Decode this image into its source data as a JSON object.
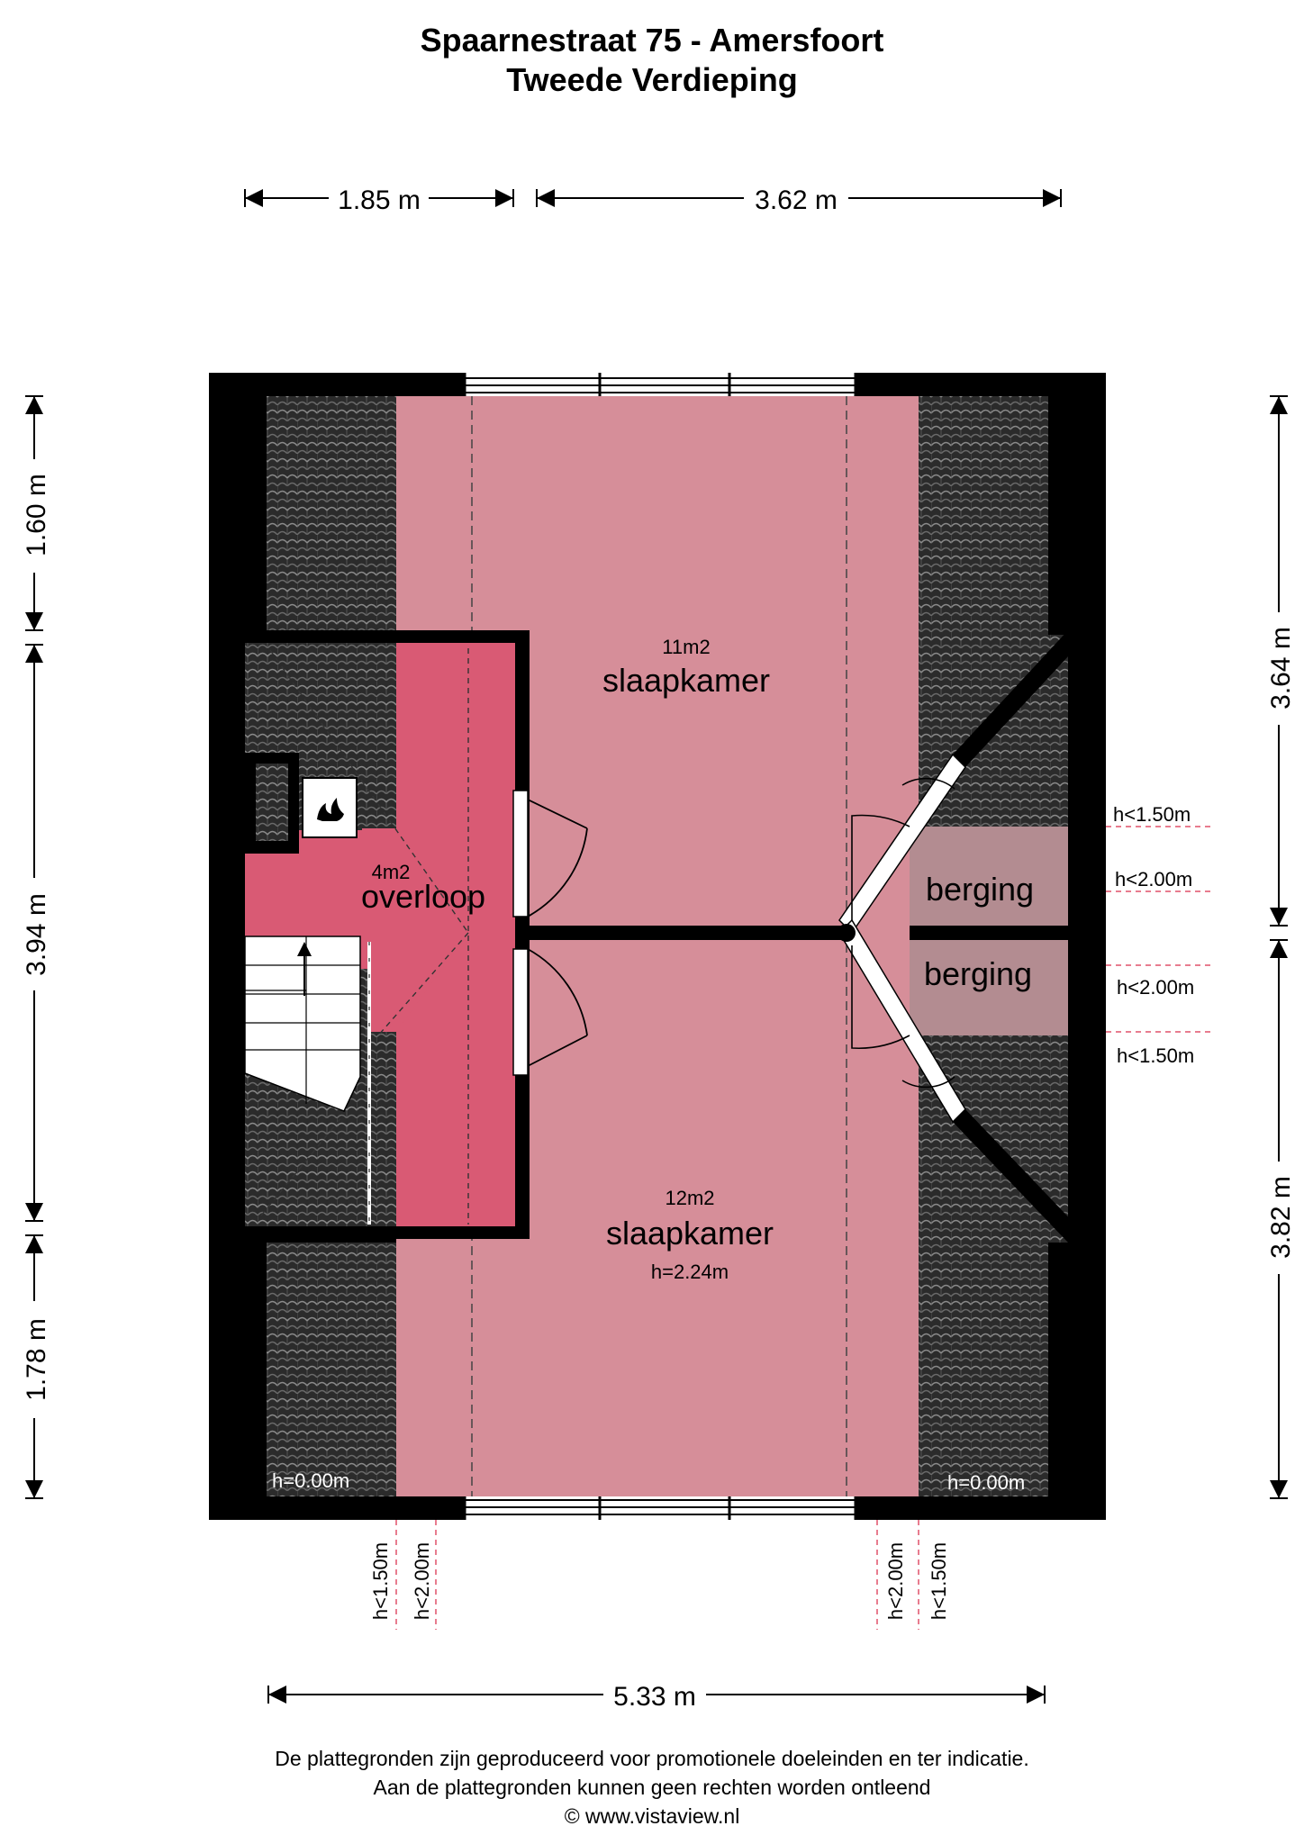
{
  "title": {
    "address": "Spaarnestraat 75 - Amersfoort",
    "floor": "Tweede Verdieping"
  },
  "dimensions": {
    "top_left": "1.85 m",
    "top_right": "3.62 m",
    "bottom": "5.33 m",
    "left_upper": "1.60 m",
    "left_middle": "3.94 m",
    "left_lower": "1.78 m",
    "right_upper": "3.64 m",
    "right_lower": "3.82 m"
  },
  "rooms": {
    "bedroom_top": {
      "area": "11m2",
      "name": "slaapkamer"
    },
    "bedroom_bottom": {
      "area": "12m2",
      "name": "slaapkamer",
      "height": "h=2.24m"
    },
    "landing": {
      "area": "4m2",
      "name": "overloop"
    },
    "storage_top": {
      "name": "berging"
    },
    "storage_bottom": {
      "name": "berging"
    }
  },
  "height_labels": {
    "right_1": "h<1.50m",
    "right_2": "h<2.00m",
    "right_3": "h<2.00m",
    "right_4": "h<1.50m",
    "bottom_left_1": "h<1.50m",
    "bottom_left_2": "h<2.00m",
    "bottom_right_1": "h<2.00m",
    "bottom_right_2": "h<1.50m",
    "corner_left": "h=0.00m",
    "corner_right": "h=0.00m"
  },
  "footer": {
    "line1": "De plattegronden zijn geproduceerd voor promotionele doeleinden en ter indicatie.",
    "line2": "Aan de plattegronden kunnen geen rechten worden ontleend",
    "line3": "© www.vistaview.nl"
  },
  "colors": {
    "bedroom": "#d68e99",
    "landing": "#d95a74",
    "storage": "#b38c91",
    "roof_tiles": "#2e2e2e",
    "wall": "#000000",
    "height_line": "#e0506a"
  },
  "icons": [
    "fireplace-icon",
    "stair-arrow-icon"
  ]
}
